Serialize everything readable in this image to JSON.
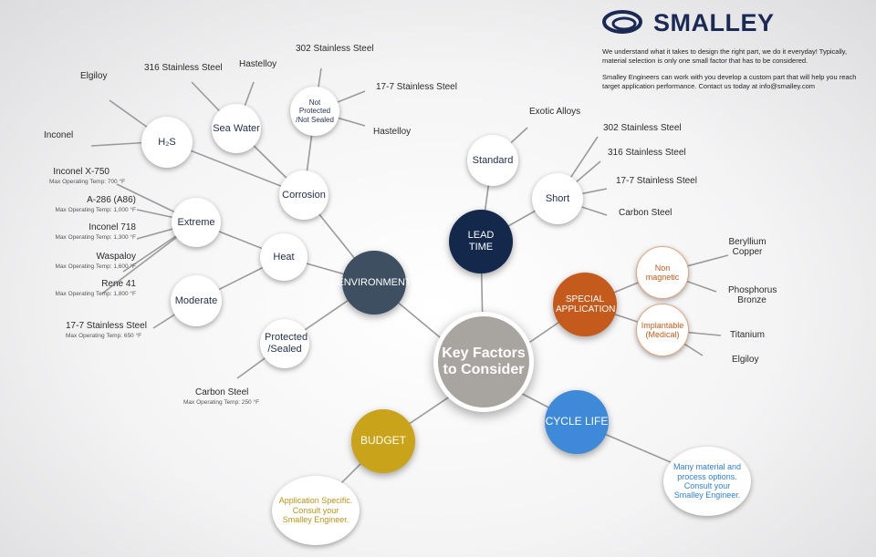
{
  "brand": {
    "name": "SMALLEY",
    "intro": "We understand what it takes to design the right part, we do it everyday! Typically, material selection is only one small factor that has to be considered.",
    "cta": "Smalley Engineers can work with you develop a custom part that will help you reach target application performance. Contact us today at info@smalley.com"
  },
  "center": "Key Factors to Consider",
  "hubs": {
    "environment": "ENVIRONMENT",
    "lead_time": "LEAD TIME",
    "special_application": "SPECIAL APPLICATION",
    "cycle_life": "CYCLE LIFE",
    "budget": "BUDGET"
  },
  "environment": {
    "corrosion": "Corrosion",
    "heat": "Heat",
    "protected_sealed": "Protected /Sealed",
    "h2s": "H₂S",
    "sea_water": "Sea Water",
    "not_protected": "Not Protected /Not Sealed",
    "extreme": "Extreme",
    "moderate": "Moderate",
    "h2s_materials": [
      "Elgiloy",
      "Inconel"
    ],
    "sea_water_materials": [
      "316 Stainless Steel",
      "Hastelloy"
    ],
    "not_protected_materials": [
      "302 Stainless Steel",
      "17-7 Stainless Steel",
      "Hastelloy"
    ],
    "extreme_materials": [
      {
        "name": "Inconel X-750",
        "temp": "Max Operating Temp: 700 °F"
      },
      {
        "name": "A-286 (A86)",
        "temp": "Max Operating Temp: 1,000 °F"
      },
      {
        "name": "Inconel 718",
        "temp": "Max Operating Temp: 1,300 °F"
      },
      {
        "name": "Waspaloy",
        "temp": "Max Operating Temp: 1,600 °F"
      },
      {
        "name": "Rene 41",
        "temp": "Max Operating Temp: 1,800 °F"
      }
    ],
    "moderate_material": {
      "name": "17-7  Stainless Steel",
      "temp": "Max Operating Temp: 650 °F"
    },
    "protected_material": {
      "name": "Carbon Steel",
      "temp": "Max Operating Temp: 250 °F"
    }
  },
  "lead_time": {
    "standard": "Standard",
    "short": "Short",
    "standard_materials": [
      "Exotic Alloys"
    ],
    "short_materials": [
      "302 Stainless Steel",
      "316 Stainless Steel",
      "17-7 Stainless Steel",
      "Carbon Steel"
    ]
  },
  "special_application": {
    "non_magnetic": "Non magnetic",
    "implantable": "Implantable (Medical)",
    "non_magnetic_materials": [
      "Beryllium Copper",
      "Phosphorus Bronze"
    ],
    "implantable_materials": [
      "Titanium",
      "Elgiloy"
    ]
  },
  "cycle_life": {
    "note": "Many material and process options. Consult your Smalley Engineer."
  },
  "budget": {
    "note": "Application Specific. Consult your Smalley Engineer."
  },
  "colors": {
    "center": "#a8a5a1",
    "environment": "#3d4f61",
    "lead_time": "#13284a",
    "special_application": "#c45a1c",
    "cycle_life": "#3f8ad8",
    "budget": "#c9a31a",
    "navy_text": "#1f2d4d",
    "orange_text": "#c45a1c",
    "blue_text": "#2f7fd6",
    "gold_text": "#b8931a"
  }
}
